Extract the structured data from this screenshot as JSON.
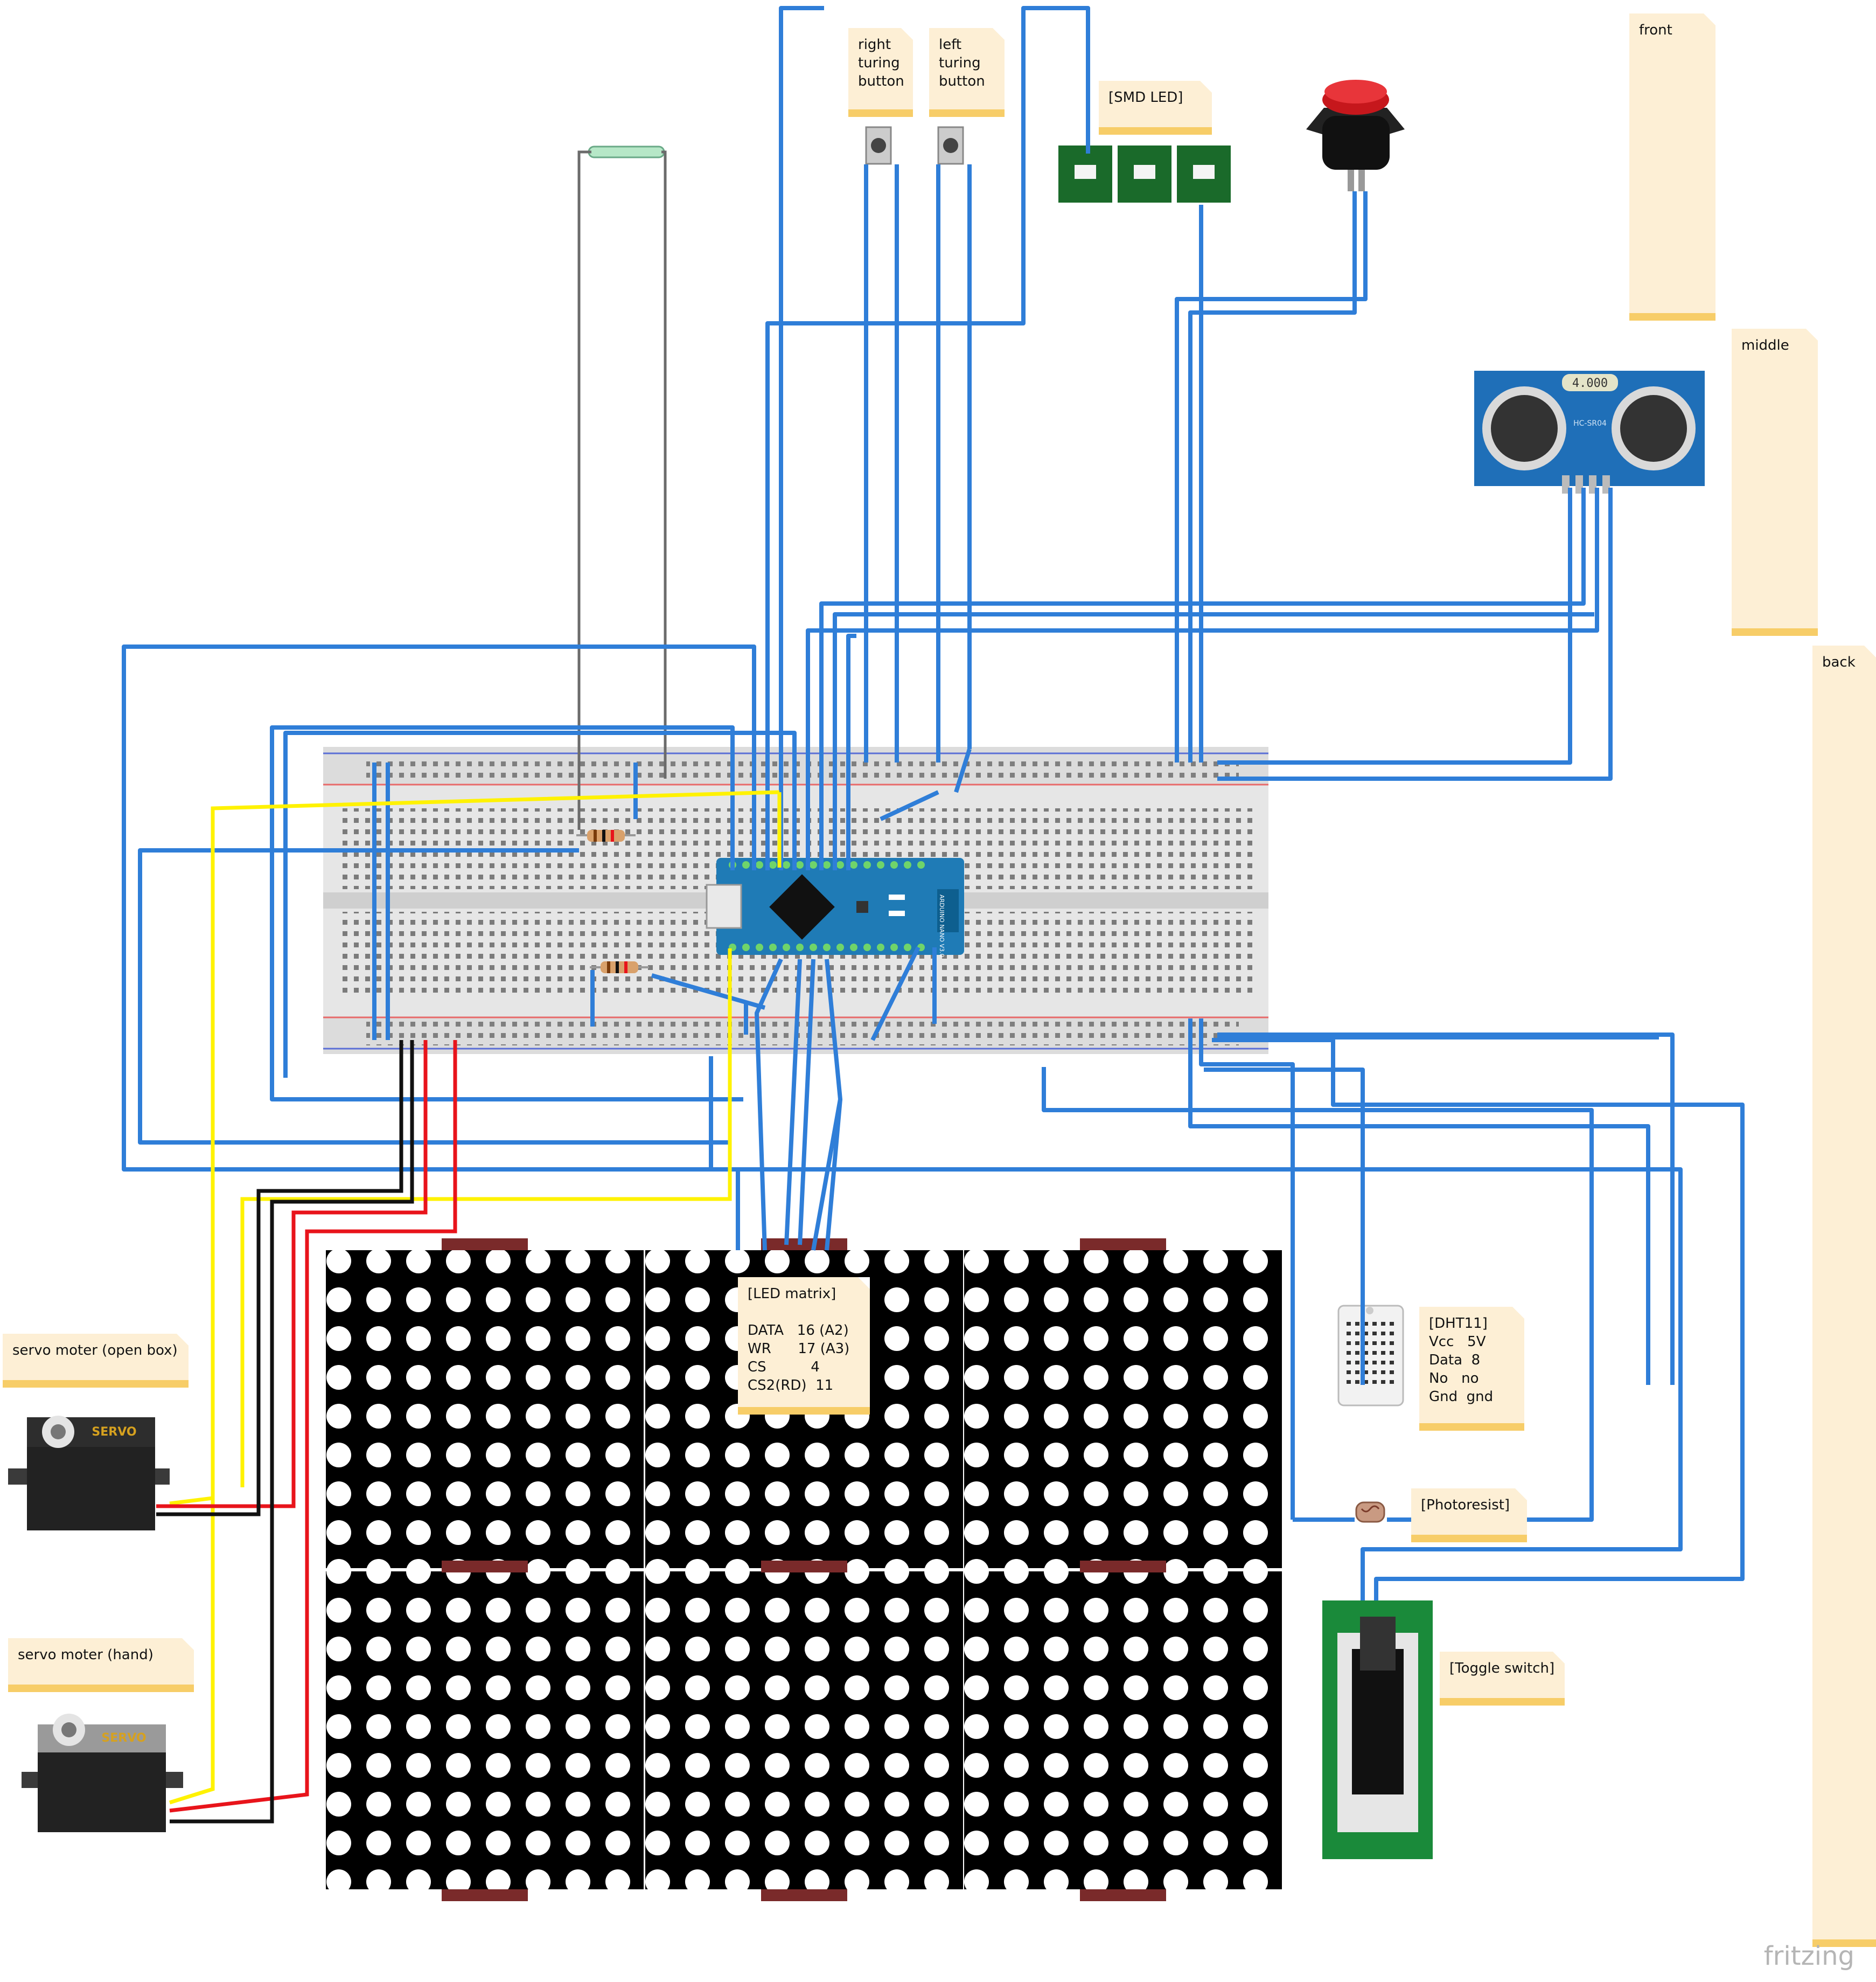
{
  "notes": {
    "right_button": "right\nturing\nbutton",
    "left_button": "left\nturing\nbutton",
    "smd_led": "[SMD LED]",
    "front": "front",
    "middle": "middle",
    "back": "back",
    "servo_open_box": "servo moter (open box)",
    "servo_hand": "servo moter (hand)",
    "led_matrix": "[LED matrix]\n\nDATA   16 (A2)\nWR      17 (A3)\nCS          4\nCS2(RD)  11",
    "dht11": "[DHT11]\nVcc   5V\nData  8\nNo   no\nGnd  gnd",
    "photoresist": "[Photoresist]",
    "toggle_switch": "[Toggle switch]"
  },
  "components": {
    "ultrasonic_label": "HC-SR04",
    "ultrasonic_display": "4.000",
    "servo_label": "SERVO",
    "arduino_label": "ARDUINO NANO V3.0"
  },
  "colors": {
    "wire_blue": "#2f7ed8",
    "wire_red": "#e8141b",
    "wire_yellow": "#fff200",
    "wire_black": "#111111",
    "wire_gray": "#6b6b6b",
    "arduino": "#1f7bb6",
    "note_bg": "#fdefd5",
    "note_edge": "#f7cd68"
  },
  "footer": {
    "logo": "fritzing"
  }
}
